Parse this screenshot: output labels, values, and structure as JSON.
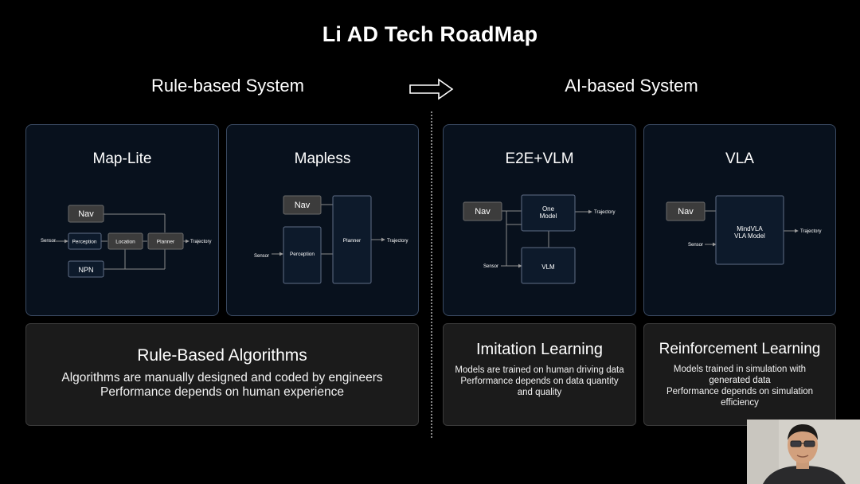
{
  "title": "Li AD Tech RoadMap",
  "sections": {
    "rule": "Rule-based System",
    "ai": "AI-based System"
  },
  "cards": {
    "maplite": {
      "title": "Map-Lite",
      "nav": "Nav",
      "sensor": "Sensor",
      "perception": "Perception",
      "location": "Location",
      "planner": "Planner",
      "trajectory": "Trajectory",
      "npn": "NPN"
    },
    "mapless": {
      "title": "Mapless",
      "nav": "Nav",
      "sensor": "Sensor",
      "perception": "Perception",
      "planner": "Planner",
      "trajectory": "Trajectory"
    },
    "e2e": {
      "title": "E2E+VLM",
      "nav": "Nav",
      "one_model_line1": "One",
      "one_model_line2": "Model",
      "trajectory": "Trajectory",
      "sensor": "Sensor",
      "vlm": "VLM"
    },
    "vla": {
      "title": "VLA",
      "nav": "Nav",
      "sensor": "Sensor",
      "mind_line1": "MindVLA",
      "mind_line2": "VLA Model",
      "trajectory": "Trajectory"
    }
  },
  "descriptions": {
    "rule": {
      "title": "Rule-Based Algorithms",
      "body": "Algorithms are manually designed and coded by engineers\nPerformance depends on human experience"
    },
    "imitation": {
      "title": "Imitation Learning",
      "body": "Models are trained on human driving data\nPerformance depends on data quantity\nand quality"
    },
    "reinforcement": {
      "title": "Reinforcement Learning",
      "body": "Models trained in simulation with\ngenerated data\nPerformance depends on simulation\nefficiency"
    }
  },
  "colors": {
    "background": "#000000",
    "card_border": "#3a4a62",
    "card_fill": "#08111d",
    "grey_box": "#3c3c3c",
    "node_border": "#5f6d86",
    "line": "#8a8a8a"
  }
}
